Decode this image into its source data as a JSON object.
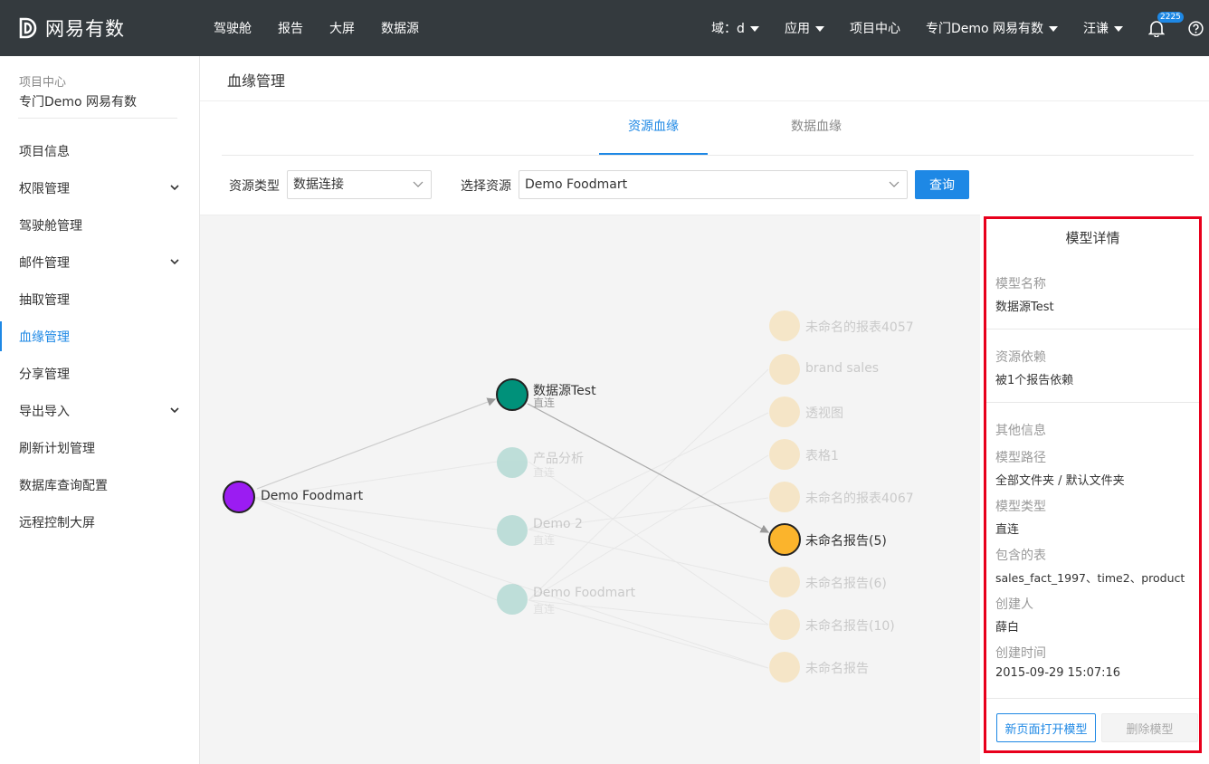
{
  "header": {
    "brand": "网易有数",
    "nav": [
      "驾驶舱",
      "报告",
      "大屏",
      "数据源"
    ],
    "domain_label": "域：d",
    "app_label": "应用",
    "project_center": "项目中心",
    "project_name": "专门Demo 网易有数",
    "user_name": "汪谦",
    "notification_count": "2225"
  },
  "sidebar": {
    "crumb": "项目中心",
    "project": "专门Demo 网易有数",
    "items": [
      {
        "label": "项目信息"
      },
      {
        "label": "权限管理"
      },
      {
        "label": "驾驶舱管理"
      },
      {
        "label": "邮件管理"
      },
      {
        "label": "抽取管理"
      },
      {
        "label": "血缘管理"
      },
      {
        "label": "分享管理"
      },
      {
        "label": "导出导入"
      },
      {
        "label": "刷新计划管理"
      },
      {
        "label": "数据库查询配置"
      },
      {
        "label": "远程控制大屏"
      }
    ]
  },
  "main": {
    "title": "血缘管理",
    "tabs": [
      "资源血缘",
      "数据血缘"
    ],
    "filter": {
      "type_label": "资源类型",
      "type_value": "数据连接",
      "resource_label": "选择资源",
      "resource_value": "Demo Foodmart",
      "query_button": "查询"
    }
  },
  "graph": {
    "source": {
      "label": "Demo Foodmart",
      "color": "#9b1cf2"
    },
    "models": [
      {
        "label": "数据源Test",
        "sub": "直连",
        "color": "#00917a",
        "highlight": true
      },
      {
        "label": "产品分析",
        "sub": "直连",
        "color": "#9bd3c6",
        "highlight": false
      },
      {
        "label": "Demo 2",
        "sub": "直连",
        "color": "#9bd3c6",
        "highlight": false
      },
      {
        "label": "Demo Foodmart",
        "sub": "直连",
        "color": "#9bd3c6",
        "highlight": false
      }
    ],
    "reports": [
      {
        "label": "未命名的报表4057",
        "highlight": false
      },
      {
        "label": "brand sales",
        "highlight": false
      },
      {
        "label": "透视图",
        "highlight": false
      },
      {
        "label": "表格1",
        "highlight": false
      },
      {
        "label": "未命名的报表4067",
        "highlight": false
      },
      {
        "label": "未命名报告(5)",
        "highlight": true,
        "color": "#fbb42c"
      },
      {
        "label": "未命名报告(6)",
        "highlight": false
      },
      {
        "label": "未命名报告(10)",
        "highlight": false
      },
      {
        "label": "未命名报告",
        "highlight": false
      }
    ]
  },
  "detail": {
    "title": "模型详情",
    "name_key": "模型名称",
    "name_value": "数据源Test",
    "dep_key": "资源依赖",
    "dep_value": "被1个报告依赖",
    "other_key": "其他信息",
    "path_key": "模型路径",
    "path_value": "全部文件夹 / 默认文件夹",
    "type_key": "模型类型",
    "type_value": "直连",
    "tables_key": "包含的表",
    "tables_value": "sales_fact_1997、time2、product",
    "creator_key": "创建人",
    "creator_value": "薛白",
    "ctime_key": "创建时间",
    "ctime_value": "2015-09-29 15:07:16",
    "open_button": "新页面打开模型",
    "delete_button": "删除模型"
  }
}
